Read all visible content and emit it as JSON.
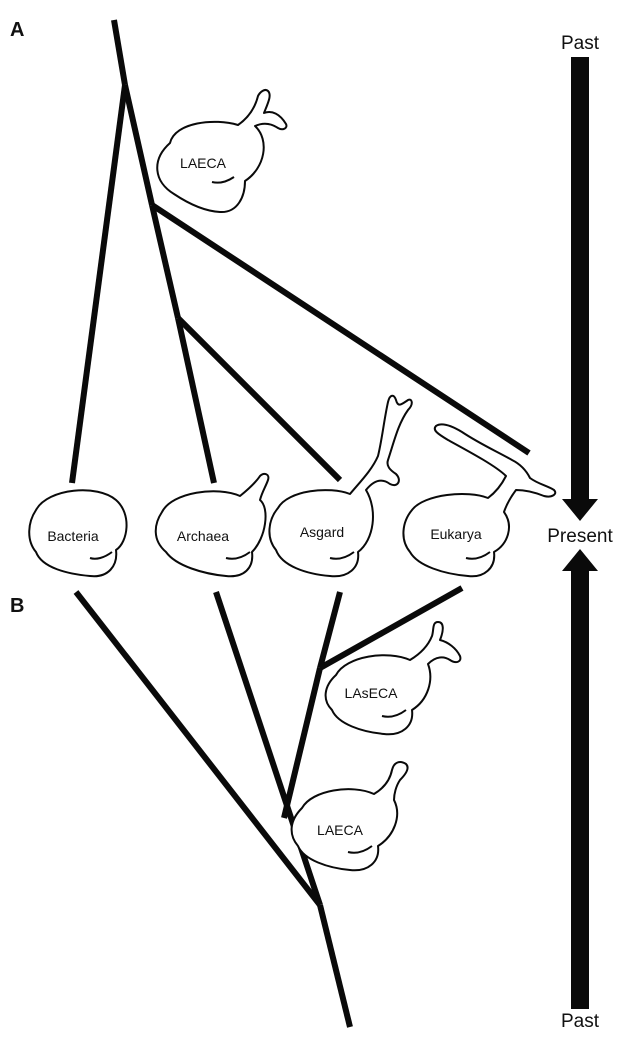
{
  "panels": {
    "a_label": "A",
    "b_label": "B"
  },
  "time_axis": {
    "top_label": "Past",
    "middle_label": "Present",
    "bottom_label": "Past"
  },
  "taxa": {
    "bacteria": "Bacteria",
    "archaea": "Archaea",
    "asgard": "Asgard",
    "eukarya": "Eukarya"
  },
  "ancestors": {
    "panel_a_laeca": "LAECA",
    "panel_b_lasec": "LAsECA",
    "panel_b_laeca": "LAECA"
  },
  "colors": {
    "ink": "#0a0a0a",
    "background": "#ffffff"
  }
}
